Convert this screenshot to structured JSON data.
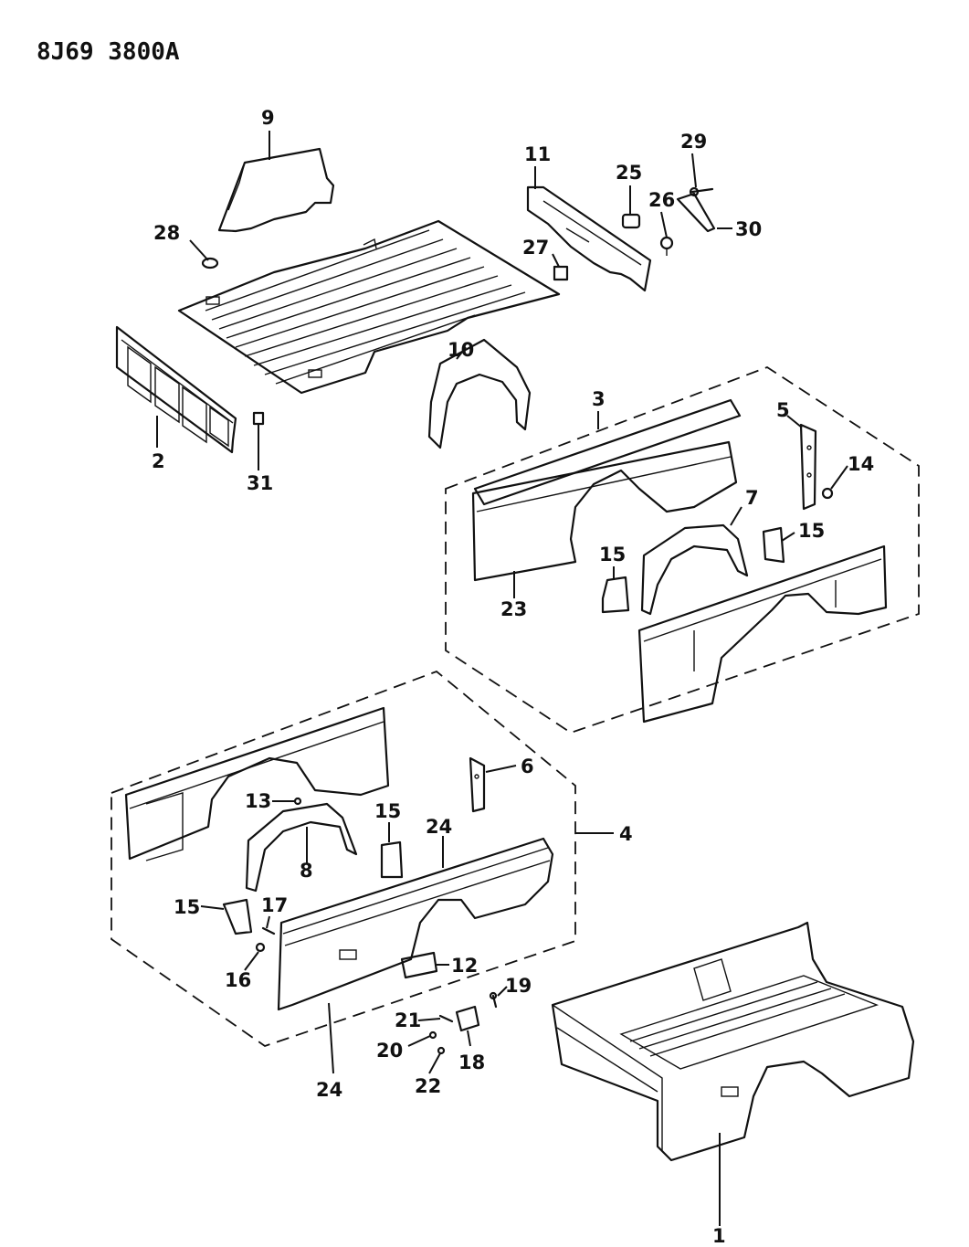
{
  "document_number": "8J69 3800A",
  "callouts": {
    "c1": "1",
    "c2": "2",
    "c3": "3",
    "c4": "4",
    "c5": "5",
    "c6": "6",
    "c7": "7",
    "c8": "8",
    "c9": "9",
    "c10": "10",
    "c11": "11",
    "c12": "12",
    "c13": "13",
    "c14": "14",
    "c15a": "15",
    "c15b": "15",
    "c15c": "15",
    "c15d": "15",
    "c16": "16",
    "c17": "17",
    "c18": "18",
    "c19": "19",
    "c20": "20",
    "c21": "21",
    "c22": "22",
    "c23": "23",
    "c24a": "24",
    "c24b": "24",
    "c25": "25",
    "c26": "26",
    "c27": "27",
    "c28": "28",
    "c29": "29",
    "c30": "30",
    "c31": "31"
  }
}
